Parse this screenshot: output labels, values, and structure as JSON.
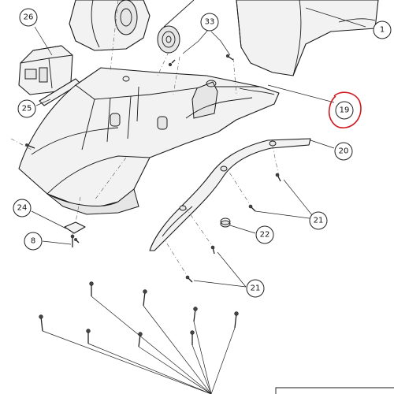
{
  "callouts": {
    "c26": "26",
    "c33": "33",
    "c25": "25",
    "c19": "19",
    "c20": "20",
    "c24": "24",
    "c21a": "21",
    "c22": "22",
    "c8": "8",
    "c21b": "21",
    "c1": "1"
  },
  "colors": {
    "highlight": "#d0191f",
    "line": "#1a1a1a",
    "fill": "#f2f2f2"
  }
}
